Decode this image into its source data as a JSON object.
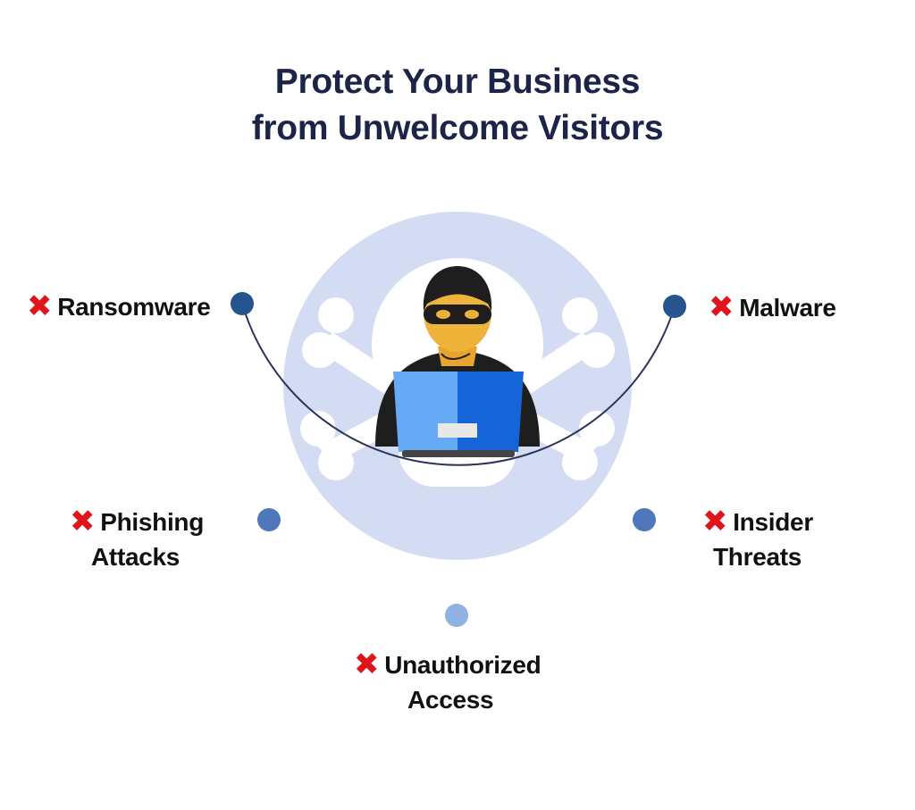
{
  "title": {
    "line1": "Protect Your Business",
    "line2": "from Unwelcome Visitors"
  },
  "threats": [
    {
      "line1": "Ransomware",
      "line2": "",
      "icon": "x-mark-icon"
    },
    {
      "line1": "Malware",
      "line2": "",
      "icon": "x-mark-icon"
    },
    {
      "line1": "Phishing",
      "line2": "Attacks",
      "icon": "x-mark-icon"
    },
    {
      "line1": "Insider",
      "line2": "Threats",
      "icon": "x-mark-icon"
    },
    {
      "line1": "Unauthorized",
      "line2": "Access",
      "icon": "x-mark-icon"
    }
  ],
  "icons": {
    "mark_glyph": "✖"
  },
  "colors": {
    "title": "#1c2448",
    "x_mark": "#e0141b",
    "arc": "#2a3358",
    "circle_bg": "#d4dcf3",
    "dot_dark": "#25548e",
    "dot_mid": "#4f77b9",
    "dot_light": "#8fb2e3",
    "laptop_light": "#66a9f5",
    "laptop_dark": "#1565d8",
    "skin": "#f0b33a",
    "hacker": "#1e1e1e"
  }
}
